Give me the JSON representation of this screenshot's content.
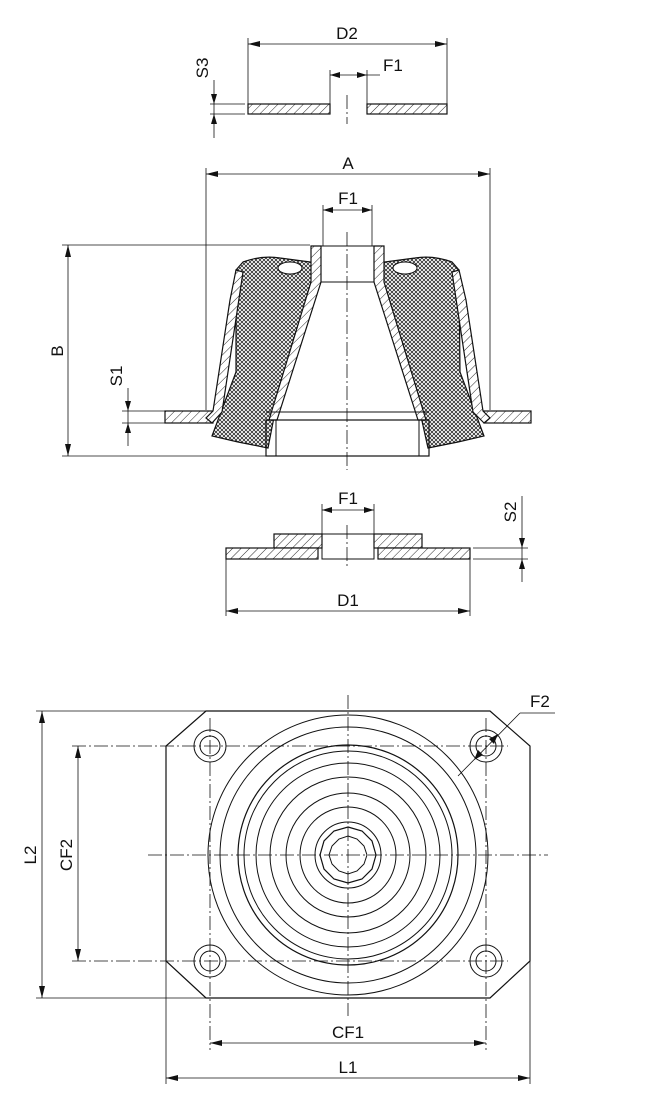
{
  "labels": {
    "d2": "D2",
    "f1_top": "F1",
    "s3": "S3",
    "a": "A",
    "f1_mid": "F1",
    "b": "B",
    "s1": "S1",
    "f1_bottom": "F1",
    "s2": "S2",
    "d1": "D1",
    "f2": "F2",
    "l2": "L2",
    "cf2": "CF2",
    "cf1": "CF1",
    "l1": "L1"
  }
}
